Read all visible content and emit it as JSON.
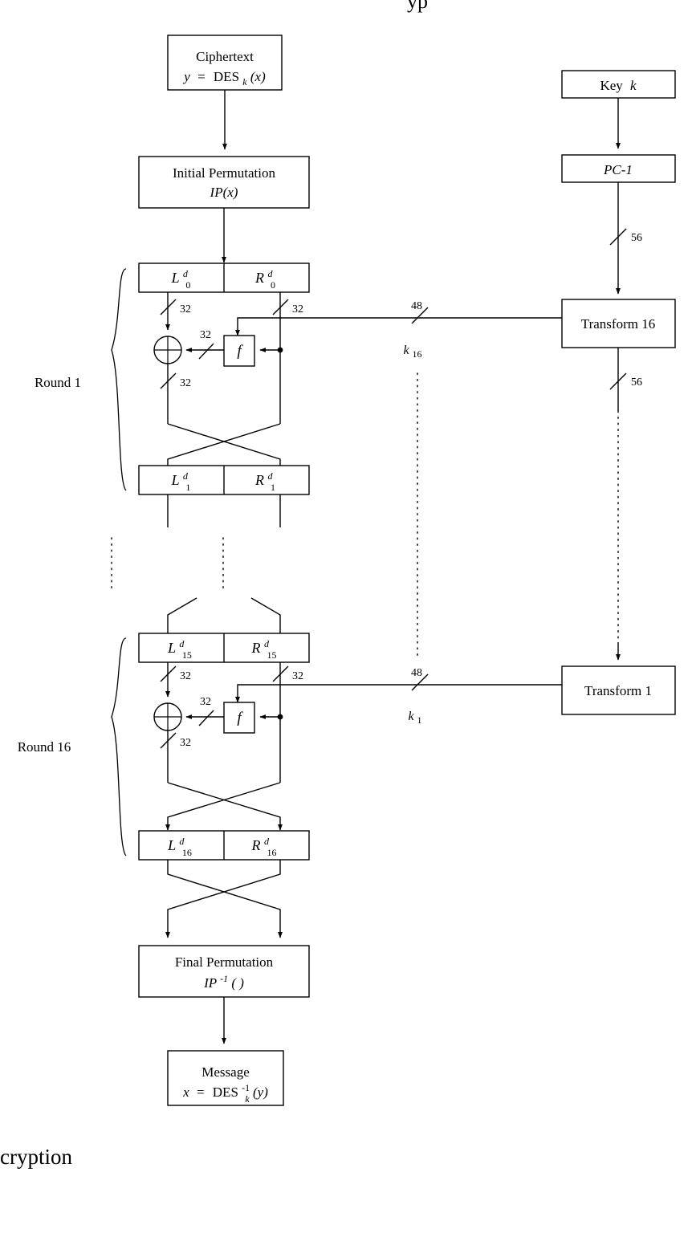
{
  "figure": {
    "title_fragment": "yp",
    "caption_fragment": "cryption",
    "type": "flow-diagram",
    "subject": "DES Decryption"
  },
  "nodes": {
    "ciphertext": {
      "line1": "Ciphertext",
      "line2_lhs": "y",
      "line2_eq": "=",
      "line2_fn": "DES",
      "line2_sub": "k",
      "line2_arg": "(x)"
    },
    "initial_permutation": {
      "line1": "Initial Permutation",
      "line2": "IP(x)"
    },
    "final_permutation": {
      "line1": "Final Permutation",
      "line2_base": "IP",
      "line2_sup": "-1",
      "line2_arg": "( )"
    },
    "message": {
      "line1": "Message",
      "line2_lhs": "x",
      "line2_eq": "=",
      "line2_fn": "DES",
      "line2_sup": "-1",
      "line2_sub": "k",
      "line2_arg": "(y)"
    },
    "key": {
      "label": "Key k",
      "label_roman": "Key",
      "label_italic": "k"
    },
    "pc1": {
      "label": "PC-1"
    },
    "transform16": {
      "label": "Transform 16"
    },
    "transform1": {
      "label": "Transform 1"
    },
    "f_function": {
      "label": "f"
    }
  },
  "registers": [
    {
      "id": "lr0",
      "left_base": "L",
      "left_sup": "d",
      "left_sub": "0",
      "right_base": "R",
      "right_sup": "d",
      "right_sub": "0"
    },
    {
      "id": "lr1",
      "left_base": "L",
      "left_sup": "d",
      "left_sub": "1",
      "right_base": "R",
      "right_sup": "d",
      "right_sub": "1"
    },
    {
      "id": "lr15",
      "left_base": "L",
      "left_sup": "d",
      "left_sub": "15",
      "right_base": "R",
      "right_sup": "d",
      "right_sub": "15"
    },
    {
      "id": "lr16",
      "left_base": "L",
      "left_sup": "d",
      "left_sub": "16",
      "right_base": "R",
      "right_sup": "d",
      "right_sub": "16"
    }
  ],
  "rounds": [
    {
      "label": "Round 1"
    },
    {
      "label": "Round 16"
    }
  ],
  "bit_widths": {
    "data_half": "32",
    "subkey": "48",
    "key_state": "56"
  },
  "subkeys": [
    {
      "base": "k",
      "sub": "16"
    },
    {
      "base": "k",
      "sub": "1"
    }
  ],
  "colors": {
    "stroke": "#000000",
    "fill": "#ffffff",
    "background": "#ffffff"
  }
}
